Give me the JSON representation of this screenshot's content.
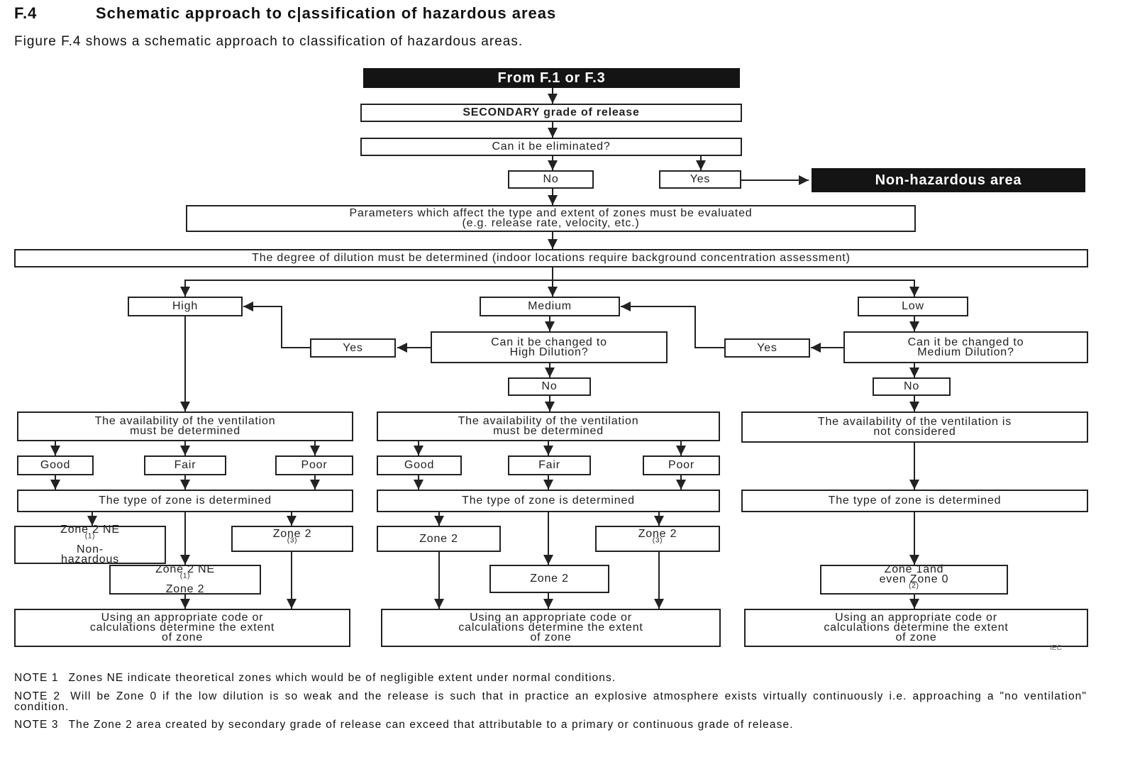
{
  "section": {
    "number": "F.4",
    "title": "Schematic approach to c|assification of hazardous areas"
  },
  "intro": "Figure F.4 shows a schematic approach to classification of hazardous areas.",
  "flowchart": {
    "start": "From F.1 or F.3",
    "secondary": "SECONDARY grade of release",
    "eliminate_q": "Can it be eliminated?",
    "no": "No",
    "yes": "Yes",
    "non_hazardous": "Non-hazardous area",
    "parameters": [
      "Parameters which affect the type and extent of zones must be evaluated",
      "(e.g. release rate, velocity, etc.)"
    ],
    "dilution": "The degree of dilution must be determined (indoor locations require background concentration assessment)",
    "high": "High",
    "medium": "Medium",
    "low": "Low",
    "change_high": [
      "Can it be changed to",
      "High Dilution?"
    ],
    "change_medium": [
      "Can it be changed to",
      "Medium Dilution?"
    ],
    "avail_determined": [
      "The availability of the ventilation",
      "must be determined"
    ],
    "avail_not_considered": [
      "The availability of the ventilation is",
      "not considered"
    ],
    "good": "Good",
    "fair": "Fair",
    "poor": "Poor",
    "zone_type": "The type of zone is determined",
    "zone2ne_nonhaz": {
      "line1": "Zone 2 NE",
      "sup": "(1)",
      "line2": "Non-",
      "line3": "hazardous"
    },
    "zone2_note3": {
      "text": "Zone 2",
      "sup": "(3)"
    },
    "zone2ne_zone2": {
      "line1": "Zone 2 NE",
      "sup": "(1)",
      "line2": "Zone 2"
    },
    "zone2": "Zone 2",
    "zone1": {
      "line1": "Zone 1and",
      "line2": "even Zone 0",
      "sup": "(2)"
    },
    "extent": [
      "Using an appropriate code or",
      "calculations determine the extent",
      "of zone"
    ],
    "iec_mark": "IEC"
  },
  "notes": [
    {
      "label": "NOTE 1",
      "text": "Zones NE indicate theoretical zones which would be of negligible extent under normal conditions."
    },
    {
      "label": "NOTE 2",
      "text": "Will be Zone 0 if the low dilution is so weak and the release is such that in practice an explosive atmosphere exists virtually continuously i.e. approaching a \"no ventilation\" condition."
    },
    {
      "label": "NOTE 3",
      "text": "The Zone 2 area created by secondary grade of release can exceed that attributable to a primary or continuous grade of release."
    }
  ]
}
